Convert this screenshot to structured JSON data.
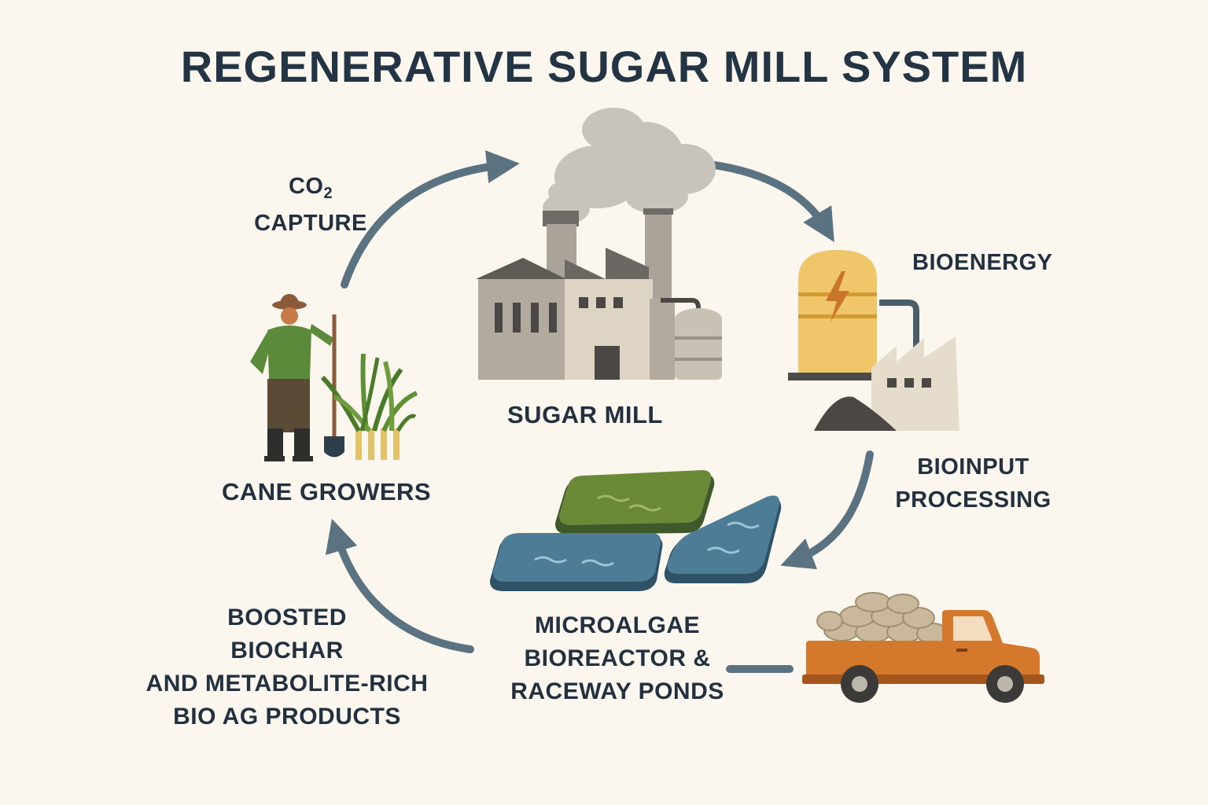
{
  "title": "REGENERATIVE SUGAR MILL SYSTEM",
  "nodes": {
    "sugar_mill": "SUGAR MILL",
    "bioenergy": "BIOENERGY",
    "bioinput": [
      "BIOINPUT",
      "PROCESSING"
    ],
    "microalgae": [
      "MICROALGAE",
      "BIOREACTOR &",
      "RACEWAY PONDS"
    ],
    "boosted": [
      "BOOSTED",
      "BIOCHAR",
      "AND METABOLITE-RICH",
      "BIO AG PRODUCTS"
    ],
    "cane_growers": "CANE GROWERS",
    "co2_capture": {
      "chem": "CO",
      "subscript": "2",
      "word": "CAPTURE"
    }
  },
  "colors": {
    "background": "#fbf7ef",
    "text": "#22303f",
    "arrow": "#5b7280",
    "pond_green": "#6b8a38",
    "pond_blue": "#4d7c96",
    "truck_orange": "#d4782c",
    "tank_yellow": "#f0c66a"
  },
  "icons": [
    "farmer-icon",
    "sugarcane-icon",
    "factory-icon",
    "smoke-icon",
    "bioenergy-tank-icon",
    "lightning-icon",
    "raceway-pond-icon",
    "pickup-truck-icon"
  ]
}
